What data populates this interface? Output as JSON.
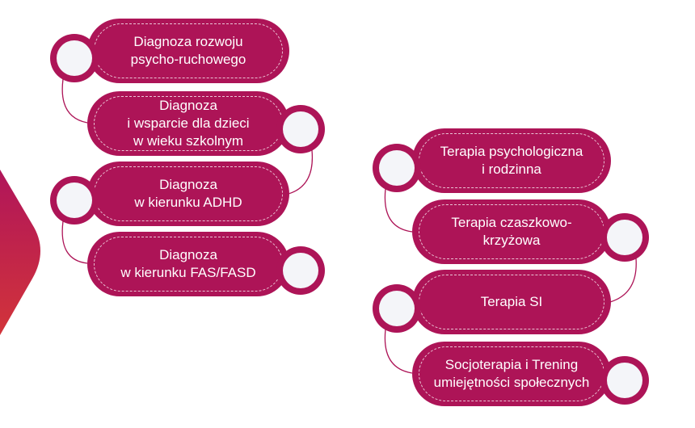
{
  "colors": {
    "pill": "#ad1457",
    "node_fill": "#f4f5f9",
    "connector": "#ad1457",
    "decor_gradient_top": "#b0155a",
    "decor_gradient_bottom": "#d2343a"
  },
  "diagnosis_column": {
    "items": [
      {
        "label": "Diagnoza rozwoju\npsycho-ruchowego",
        "node_side": "left"
      },
      {
        "label": "Diagnoza\ni wsparcie dla dzieci\nw wieku szkolnym",
        "node_side": "right"
      },
      {
        "label": "Diagnoza\nw kierunku ADHD",
        "node_side": "left"
      },
      {
        "label": "Diagnoza\nw kierunku FAS/FASD",
        "node_side": "right"
      }
    ]
  },
  "therapy_column": {
    "items": [
      {
        "label": "Terapia psychologiczna\ni rodzinna",
        "node_side": "left"
      },
      {
        "label": "Terapia czaszkowo-\nkrzyżowa",
        "node_side": "right"
      },
      {
        "label": "Terapia SI",
        "node_side": "left"
      },
      {
        "label": "Socjoterapia i Trening\numiejętności społecznych",
        "node_side": "right"
      }
    ]
  }
}
